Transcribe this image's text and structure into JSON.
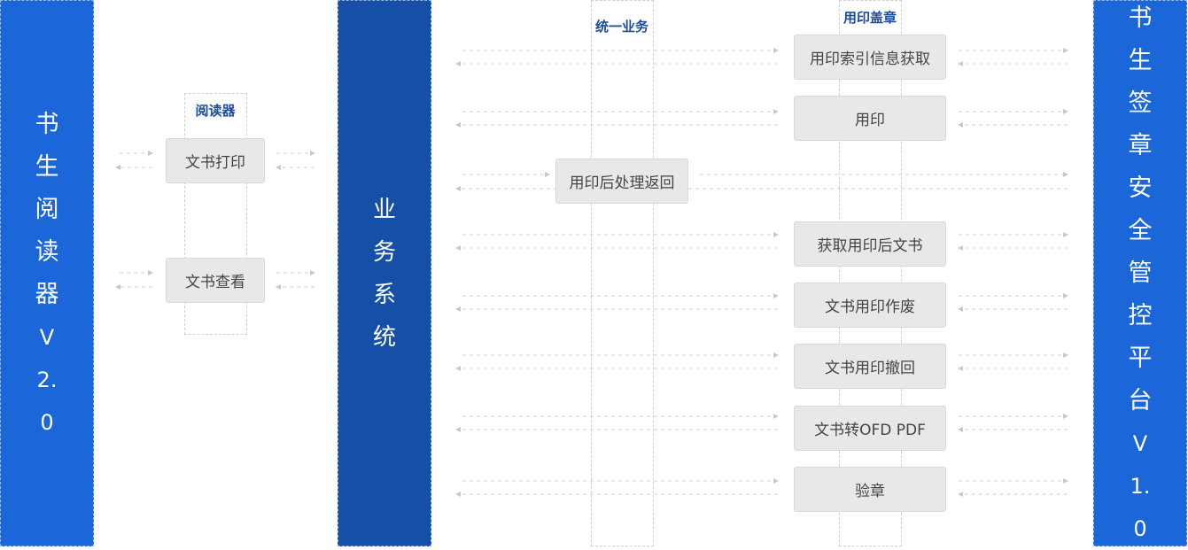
{
  "left_system": {
    "name": "书生阅读器",
    "version": "V2.0",
    "color": "#1b67d9"
  },
  "middle_system": {
    "name": "业务系统",
    "color": "#154fa8"
  },
  "right_system": {
    "name": "书生签章安全管控平台",
    "version": "V1.0",
    "color": "#1b67d9"
  },
  "lanes": {
    "reader": "阅读器",
    "unified": "统一业务",
    "seal": "用印盖章"
  },
  "reader_ops": [
    "文书打印",
    "文书查看"
  ],
  "unified_ops": [
    "用印后处理返回"
  ],
  "seal_ops": [
    "用印索引信息获取",
    "用印",
    "获取用印后文书",
    "文书用印作废",
    "文书用印撤回",
    "文书转OFD PDF",
    "验章"
  ]
}
